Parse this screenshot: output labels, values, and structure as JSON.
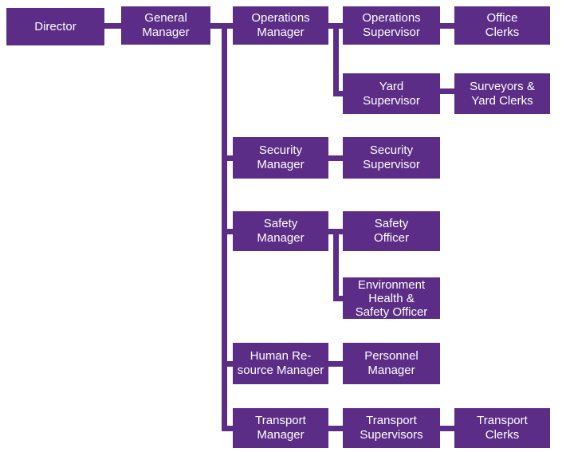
{
  "diagram_type": "org-chart",
  "colors": {
    "node_fill": "#5C2D86",
    "node_text": "#FFFFFF",
    "connector": "#5C2D86",
    "background": "#FFFFFF"
  },
  "nodes": {
    "director": {
      "label": "Director"
    },
    "general_manager": {
      "label": "General\nManager"
    },
    "operations_manager": {
      "label": "Operations\nManager"
    },
    "operations_supervisor": {
      "label": "Operations\nSupervisor"
    },
    "office_clerks": {
      "label": "Office\nClerks"
    },
    "yard_supervisor": {
      "label": "Yard\nSupervisor"
    },
    "surveyors_yard_clerks": {
      "label": "Surveyors &\nYard Clerks"
    },
    "security_manager": {
      "label": "Security\nManager"
    },
    "security_supervisor": {
      "label": "Security\nSupervisor"
    },
    "safety_manager": {
      "label": "Safety\nManager"
    },
    "safety_officer": {
      "label": "Safety\nOfficer"
    },
    "environment_health_safety_officer": {
      "label": "Environment\nHealth &\nSafety Officer"
    },
    "human_resource_manager": {
      "label": "Human Re-\nsource Manager"
    },
    "personnel_manager": {
      "label": "Personnel\nManager"
    },
    "transport_manager": {
      "label": "Transport\nManager"
    },
    "transport_supervisors": {
      "label": "Transport\nSupervisors"
    },
    "transport_clerks": {
      "label": "Transport\nClerks"
    }
  },
  "edges": [
    {
      "from": "director",
      "to": "general_manager"
    },
    {
      "from": "general_manager",
      "to": "operations_manager"
    },
    {
      "from": "general_manager",
      "to": "security_manager"
    },
    {
      "from": "general_manager",
      "to": "safety_manager"
    },
    {
      "from": "general_manager",
      "to": "human_resource_manager"
    },
    {
      "from": "general_manager",
      "to": "transport_manager"
    },
    {
      "from": "operations_manager",
      "to": "operations_supervisor"
    },
    {
      "from": "operations_manager",
      "to": "yard_supervisor"
    },
    {
      "from": "operations_supervisor",
      "to": "office_clerks"
    },
    {
      "from": "yard_supervisor",
      "to": "surveyors_yard_clerks"
    },
    {
      "from": "security_manager",
      "to": "security_supervisor"
    },
    {
      "from": "safety_manager",
      "to": "safety_officer"
    },
    {
      "from": "safety_manager",
      "to": "environment_health_safety_officer"
    },
    {
      "from": "human_resource_manager",
      "to": "personnel_manager"
    },
    {
      "from": "transport_manager",
      "to": "transport_supervisors"
    },
    {
      "from": "transport_supervisors",
      "to": "transport_clerks"
    }
  ]
}
